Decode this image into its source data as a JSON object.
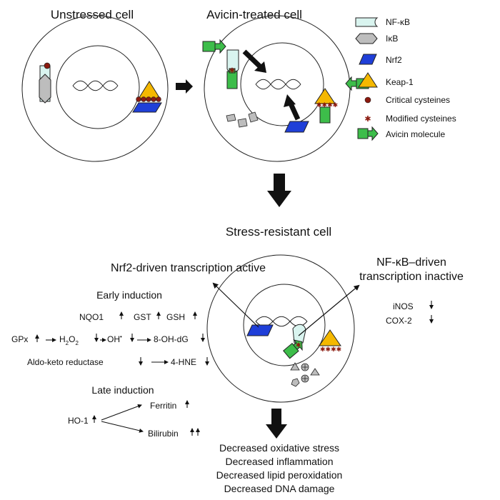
{
  "titles": {
    "unstressed": "Unstressed cell",
    "treated": "Avicin-treated cell",
    "resistant": "Stress-resistant cell"
  },
  "legend": [
    {
      "label": "NF-κB",
      "icon": "nfkb-icon"
    },
    {
      "label": "IκB",
      "icon": "ikb-icon"
    },
    {
      "label": "Nrf2",
      "icon": "nrf2-icon"
    },
    {
      "label": "Keap-1",
      "icon": "keap1-icon"
    },
    {
      "label": "Critical cysteines",
      "icon": "critical-cysteine-icon"
    },
    {
      "label": "Modified cysteines",
      "icon": "modified-cysteine-icon"
    },
    {
      "label": "Avicin molecule",
      "icon": "avicin-icon"
    }
  ],
  "nrf2_panel": {
    "heading": "Nrf2-driven transcription active",
    "early": "Early induction",
    "nqo1": "NQO1",
    "gst": "GST",
    "gsh": "GSH",
    "gpx": "GPx",
    "h2o2_h": "H",
    "h2o2_sub2a": "2",
    "h2o2_o": "O",
    "h2o2_sub2b": "2",
    "oh": "OH",
    "oh_dot": "•",
    "ohdg": "8-OH-dG",
    "aldo": "Aldo-keto reductase",
    "hne": "4-HNE",
    "late": "Late induction",
    "ho1": "HO-1",
    "ferritin": "Ferritin",
    "bilirubin": "Bilirubin"
  },
  "nfkb_panel": {
    "heading_line1": "NF-κB–driven",
    "heading_line2": "transcription inactive",
    "inos": "iNOS",
    "cox2": "COX-2"
  },
  "outcomes": [
    "Decreased oxidative stress",
    "Decreased inflammation",
    "Decreased lipid peroxidation",
    "Decreased DNA damage"
  ],
  "colors": {
    "nfkb": "#d9f4ef",
    "ikb": "#bdbdbd",
    "nrf2": "#1f3fd8",
    "keap1": "#f5b800",
    "critical": "#8b1a0f",
    "avicin": "#3dbd4a",
    "ink": "#111111"
  }
}
